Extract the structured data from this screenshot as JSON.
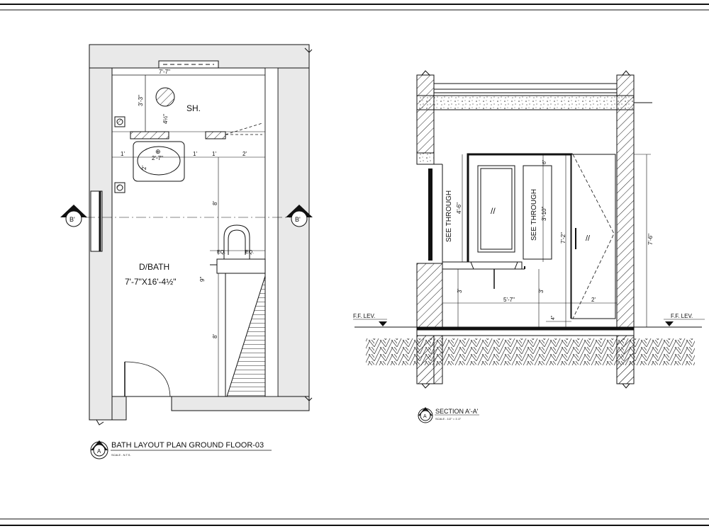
{
  "plan": {
    "room_code": "SH.",
    "room_name": "D/BATH",
    "room_size": "7'-7\"X16'-4½\"",
    "section_marker_left": "B'",
    "section_marker_right": "B'",
    "dims": {
      "top_width": "7'-7\"",
      "shower_depth": "3'-3\"",
      "shower_offset": "4½\"",
      "vanity_width": "2'-7\"",
      "vanity_depth": "2'",
      "left_gap": "1'",
      "right_gap_a": "1'",
      "right_gap_b": "1'",
      "right_gap_c": "2'",
      "vertical_8_upper": "8'",
      "vertical_8_lower": "8'",
      "step": "9\"",
      "eq_left": "EQ.",
      "eq_right": "EQ."
    },
    "title": "BATH  LAYOUT PLAN GROUND FLOOR-03",
    "title_marker": "A",
    "scale": "SCALE - N.T.S."
  },
  "section": {
    "see_through_1": "SEE THROUGH",
    "see_through_1_dim": "4'-6\"",
    "see_through_2": "SEE THROUGH",
    "see_through_2_dim": "3'-10\"",
    "door_top_dim": "6\"",
    "height_7_2": "7'-2\"",
    "height_7_6": "7'-6\"",
    "counter_3a": "3'",
    "counter_3b": "3'",
    "width_5_7": "5'-7\"",
    "width_2": "2'",
    "kerb_4": "4\"",
    "ffl_left": "F.F. LEV.",
    "ffl_right": "F.F. LEV.",
    "title": "SECTION A'-A'",
    "title_marker": "A",
    "scale": "SCALE - 1/2\" = 1'-0\""
  }
}
